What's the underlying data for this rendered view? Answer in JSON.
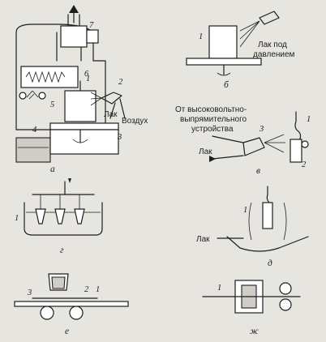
{
  "panels": {
    "a": {
      "caption": "а",
      "callouts": [
        "1",
        "2",
        "3",
        "4",
        "5",
        "6",
        "7"
      ],
      "labels": {
        "lacquer": "Лак",
        "air": "Воздух"
      }
    },
    "b": {
      "caption": "б",
      "callouts": [
        "1"
      ],
      "labels": {
        "lacquer_line1": "Лак под",
        "lacquer_line2": "давлением"
      }
    },
    "v": {
      "caption": "в",
      "callouts": [
        "1",
        "2",
        "3"
      ],
      "labels": {
        "source_line1": "От высоковольтно-",
        "source_line2": "выпрямительного",
        "source_line3": "устройства",
        "lacquer": "Лак"
      }
    },
    "g": {
      "caption": "г",
      "callouts": [
        "1"
      ]
    },
    "d": {
      "caption": "д",
      "callouts": [
        "1"
      ],
      "labels": {
        "lacquer": "Лак"
      }
    },
    "e": {
      "caption": "е",
      "callouts": [
        "1",
        "2",
        "3"
      ]
    },
    "zh": {
      "caption": "ж",
      "callouts": [
        "1"
      ]
    }
  }
}
